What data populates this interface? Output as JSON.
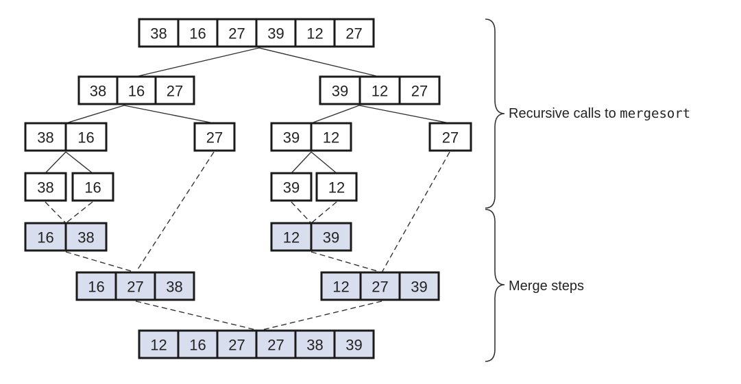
{
  "colors": {
    "split_fill": "#ffffff",
    "merge_fill": "#d9deef",
    "border": "#1a1a1a",
    "line": "#333333"
  },
  "arrays": {
    "root": [
      "38",
      "16",
      "27",
      "39",
      "12",
      "27"
    ],
    "split_left": [
      "38",
      "16",
      "27"
    ],
    "split_right": [
      "39",
      "12",
      "27"
    ],
    "split_ll": [
      "38",
      "16"
    ],
    "split_lr": [
      "27"
    ],
    "split_rl": [
      "39",
      "12"
    ],
    "split_rr": [
      "27"
    ],
    "leaf_a": [
      "38"
    ],
    "leaf_b": [
      "16"
    ],
    "leaf_c": [
      "39"
    ],
    "leaf_d": [
      "12"
    ],
    "merge_ll": [
      "16",
      "38"
    ],
    "merge_rl": [
      "12",
      "39"
    ],
    "merge_left": [
      "16",
      "27",
      "38"
    ],
    "merge_right": [
      "12",
      "27",
      "39"
    ],
    "result": [
      "12",
      "16",
      "27",
      "27",
      "38",
      "39"
    ]
  },
  "labels": {
    "recursive_prefix": "Recursive calls to ",
    "recursive_code": "mergesort",
    "merge_steps": "Merge steps"
  }
}
